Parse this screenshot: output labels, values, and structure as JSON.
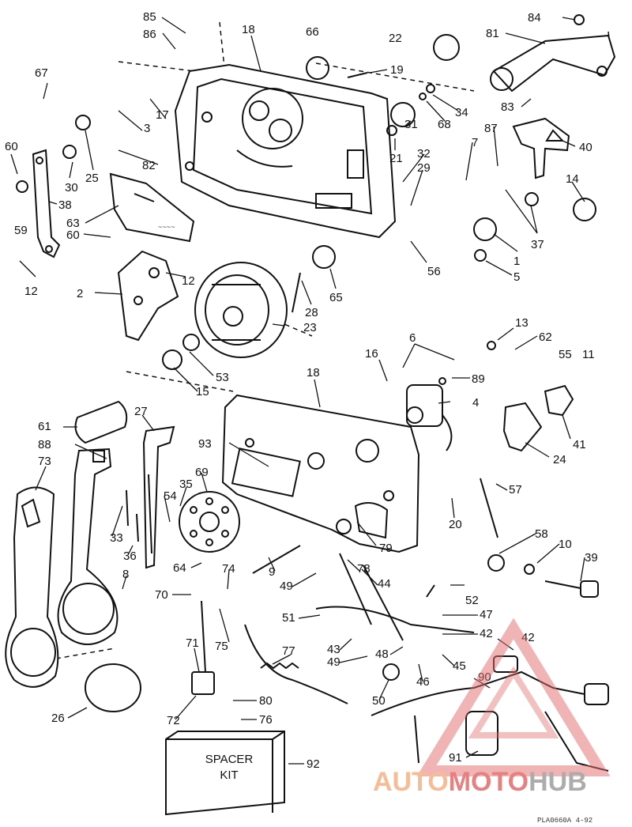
{
  "callouts": {
    "c85": "85",
    "c86": "86",
    "c18a": "18",
    "c66": "66",
    "c22": "22",
    "c84": "84",
    "c81": "81",
    "c67": "67",
    "c19": "19",
    "c17": "17",
    "c3": "3",
    "c34": "34",
    "c68": "68",
    "c31": "31",
    "c83": "83",
    "c60a": "60",
    "c25": "25",
    "c82": "82",
    "c21": "21",
    "c32": "32",
    "c29": "29",
    "c7": "7",
    "c87": "87",
    "c40": "40",
    "c30": "30",
    "c38": "38",
    "c14": "14",
    "c63": "63",
    "c37": "37",
    "c59": "59",
    "c60b": "60",
    "c1": "1",
    "c56": "56",
    "c5": "5",
    "c12a": "12",
    "c12b": "12",
    "c2": "2",
    "c65": "65",
    "c28": "28",
    "c23": "23",
    "c13": "13",
    "c62": "62",
    "c6": "6",
    "c55": "55",
    "c11": "11",
    "c16": "16",
    "c89": "89",
    "c53": "53",
    "c15": "15",
    "c18b": "18",
    "c4": "4",
    "c61": "61",
    "c27": "27",
    "c88": "88",
    "c93": "93",
    "c41": "41",
    "c24": "24",
    "c73": "73",
    "c69": "69",
    "c35": "35",
    "c57": "57",
    "c54": "54",
    "c20": "20",
    "c33": "33",
    "c36": "36",
    "c79": "79",
    "c58": "58",
    "c10": "10",
    "c39": "39",
    "c8": "8",
    "c74": "74",
    "c64": "64",
    "c9": "9",
    "c78": "78",
    "c49a": "49",
    "c44": "44",
    "c70": "70",
    "c52": "52",
    "c51": "51",
    "c47": "47",
    "c42a": "42",
    "c42b": "42",
    "c71": "71",
    "c75": "75",
    "c77": "77",
    "c43": "43",
    "c49b": "49",
    "c48": "48",
    "c45": "45",
    "c46": "46",
    "c90": "90",
    "c80": "80",
    "c50": "50",
    "c26": "26",
    "c72": "72",
    "c76": "76",
    "c91": "91",
    "c92": "92"
  },
  "spacer_kit": {
    "line1": "SPACER",
    "line2": "KIT"
  },
  "reference_code": "PLA0660A  4-92",
  "watermark": {
    "auto": "AUTO",
    "moto": "MOTO",
    "hub": "HUB",
    "color_orange": "#f4b183",
    "color_red": "#e36b6b",
    "color_grey": "#9e9e9e"
  },
  "icons": {
    "caution_label": "warning-triangle-icon"
  }
}
